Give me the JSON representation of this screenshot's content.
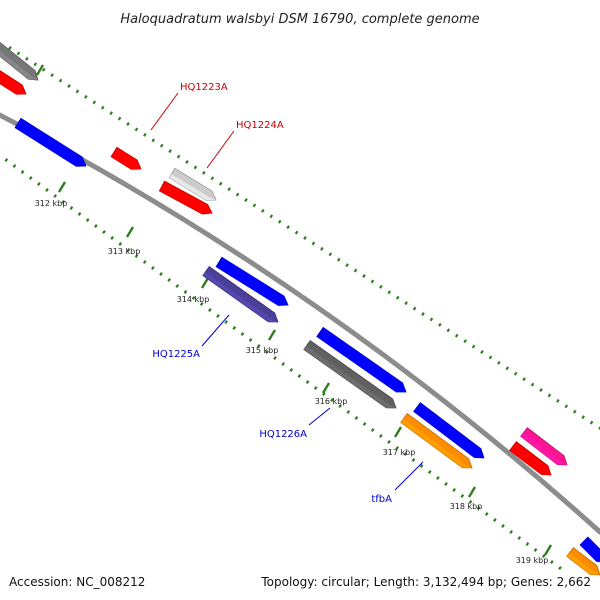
{
  "header": {
    "title": "Haloquadratum walsbyi DSM 16790, complete genome"
  },
  "footer": {
    "accession": "Accession: NC_008212",
    "summary": "Topology: circular; Length: 3,132,494 bp; Genes: 2,662"
  },
  "genome_map": {
    "backbone_color": "#8c8c8c",
    "tick_color": "#2e7d1e",
    "kbp_labels": [
      {
        "text": "312 kbp"
      },
      {
        "text": "313 kbp"
      },
      {
        "text": "314 kbp"
      },
      {
        "text": "315 kbp"
      },
      {
        "text": "316 kbp"
      },
      {
        "text": "317 kbp"
      },
      {
        "text": "318 kbp"
      },
      {
        "text": "319 kbp"
      }
    ],
    "genes": [
      {
        "color": "#777777"
      },
      {
        "color": "#ff0000"
      },
      {
        "color": "#0000ff"
      },
      {
        "color": "#ff0000"
      },
      {
        "color": "#cccccc"
      },
      {
        "color": "#ff0000"
      },
      {
        "color": "#0000ff"
      },
      {
        "color": "#4a3f99"
      },
      {
        "color": "#0000ff"
      },
      {
        "color": "#606060"
      },
      {
        "color": "#0000ff"
      },
      {
        "color": "#ff8c00"
      },
      {
        "color": "#ff1493"
      },
      {
        "color": "#ff0000"
      },
      {
        "color": "#0000ff"
      },
      {
        "color": "#ff8c00"
      }
    ],
    "callouts": [
      {
        "label": "HQ1223A",
        "color": "#cc0000"
      },
      {
        "label": "HQ1224A",
        "color": "#cc0000"
      },
      {
        "label": "HQ1225A",
        "color": "#0000cc"
      },
      {
        "label": "HQ1226A",
        "color": "#0000cc"
      },
      {
        "label": "tfbA",
        "color": "#0000cc"
      }
    ]
  }
}
